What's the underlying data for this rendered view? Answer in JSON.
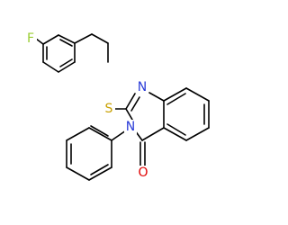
{
  "molecule": {
    "atoms": [
      {
        "id": "F",
        "label": "F",
        "color": "#9acd32"
      },
      {
        "id": "S",
        "label": "S",
        "color": "#c8a000"
      },
      {
        "id": "N1",
        "label": "N",
        "color": "#2a3bd8"
      },
      {
        "id": "N3",
        "label": "N",
        "color": "#2a3bd8"
      },
      {
        "id": "O",
        "label": "O",
        "color": "#e00000"
      }
    ],
    "bond_color": "#000000"
  }
}
